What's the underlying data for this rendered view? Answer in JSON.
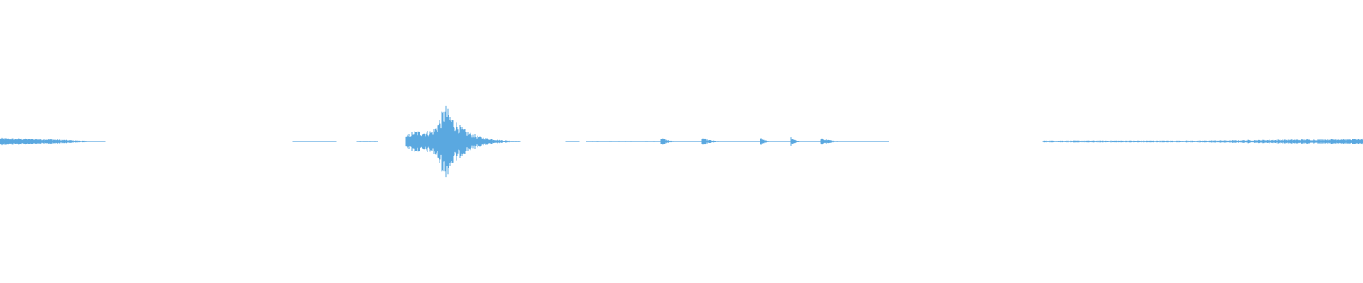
{
  "waveform": {
    "color": "#5aa8e0",
    "background": "#ffffff",
    "segments": [
      {
        "start": 0.0,
        "end": 0.077,
        "amplitude": 0.1,
        "shape": "decay-noise"
      },
      {
        "start": 0.215,
        "end": 0.247,
        "amplitude": 0.01,
        "shape": "flat"
      },
      {
        "start": 0.262,
        "end": 0.277,
        "amplitude": 0.02,
        "shape": "flat"
      },
      {
        "start": 0.298,
        "end": 0.382,
        "amplitude": 0.9,
        "shape": "transient"
      },
      {
        "start": 0.415,
        "end": 0.425,
        "amplitude": 0.01,
        "shape": "flat"
      },
      {
        "start": 0.43,
        "end": 0.485,
        "amplitude": 0.02,
        "shape": "flat"
      },
      {
        "start": 0.485,
        "end": 0.515,
        "amplitude": 0.12,
        "shape": "click"
      },
      {
        "start": 0.515,
        "end": 0.558,
        "amplitude": 0.1,
        "shape": "click"
      },
      {
        "start": 0.558,
        "end": 0.58,
        "amplitude": 0.11,
        "shape": "click"
      },
      {
        "start": 0.58,
        "end": 0.602,
        "amplitude": 0.12,
        "shape": "click"
      },
      {
        "start": 0.602,
        "end": 0.652,
        "amplitude": 0.1,
        "shape": "click"
      },
      {
        "start": 0.765,
        "end": 0.88,
        "amplitude": 0.04,
        "shape": "flat"
      },
      {
        "start": 0.88,
        "end": 1.0,
        "amplitude": 0.07,
        "shape": "noise"
      }
    ]
  }
}
